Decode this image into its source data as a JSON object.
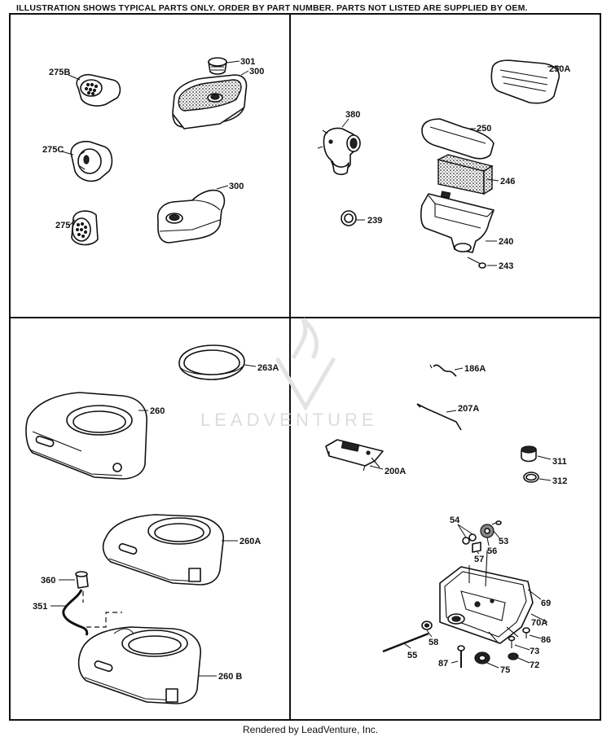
{
  "header": {
    "notice": "ILLUSTRATION SHOWS TYPICAL PARTS ONLY. ORDER BY PART NUMBER. PARTS NOT LISTED ARE SUPPLIED BY OEM."
  },
  "watermark": {
    "text": "LEADVENTURE",
    "icon": "flame-v-logo-icon"
  },
  "footer": {
    "credit": "Rendered by LeadVenture, Inc."
  },
  "callouts": {
    "q1": [
      "301",
      "300",
      "275B",
      "275C",
      "300",
      "275"
    ],
    "q2": [
      "250A",
      "380",
      "250",
      "246",
      "239",
      "240",
      "243"
    ],
    "q3": [
      "263A",
      "260",
      "260A",
      "360",
      "351",
      "260 B"
    ],
    "q4": [
      "186A",
      "207A",
      "200A",
      "311",
      "312",
      "54",
      "53",
      "56",
      "57",
      "69",
      "70A",
      "58",
      "86",
      "73",
      "72",
      "55",
      "87",
      "75"
    ]
  },
  "colors": {
    "ink": "#111111",
    "paper": "#ffffff",
    "watermark": "#dcdcdc"
  }
}
